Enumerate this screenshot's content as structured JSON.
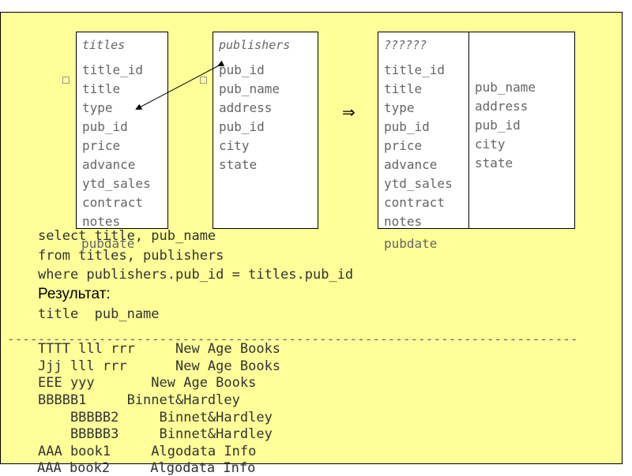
{
  "tables": {
    "titles": {
      "name": "titles",
      "fields": [
        "title_id",
        "title",
        "type",
        "pub_id",
        "price",
        "advance",
        "ytd_sales",
        "contract",
        "notes",
        "pubdate"
      ]
    },
    "publishers": {
      "name": "publishers",
      "fields": [
        "pub_id",
        "pub_name",
        "address",
        "pub_id",
        "city",
        "state"
      ]
    },
    "result": {
      "name": "??????",
      "left_fields": [
        "title_id",
        "title",
        "type",
        "pub_id",
        "price",
        "advance",
        "ytd_sales",
        "contract",
        "notes",
        "pubdate"
      ],
      "right_fields": [
        "pub_name",
        "address",
        "pub_id",
        "city",
        "state"
      ]
    }
  },
  "implies_symbol": "⇒",
  "sql": {
    "line1": "select title, pub_name",
    "line2": "from titles, publishers",
    "line3": "where publishers.pub_id = titles.pub_id"
  },
  "result_label": "Результат:",
  "result_header": "title  pub_name",
  "separator": "---------------------------------------------------------------------------",
  "rows": [
    "TTTT lll rrr     New Age Books",
    "Jjj lll rrr      New Age Books",
    "EEE yyy       New Age Books",
    "BBBBB1     Binnet&Hardley",
    "    BBBBB2     Binnet&Hardley",
    "    BBBBB3     Binnet&Hardley",
    "AAA book1     Algodata Info",
    "AAA book2     Algodata Info"
  ]
}
